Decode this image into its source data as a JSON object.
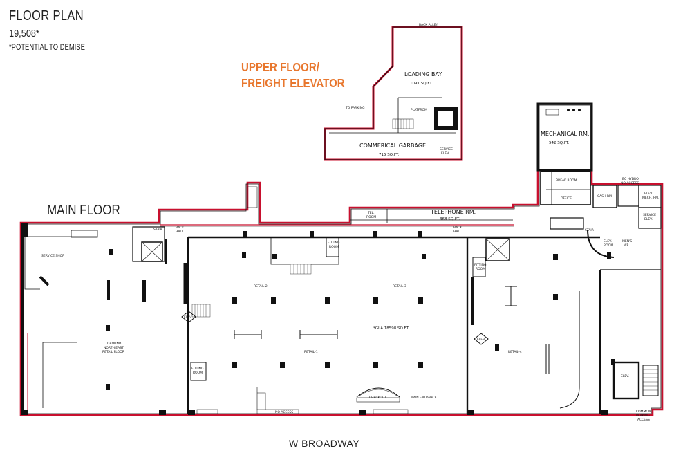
{
  "header": {
    "title": "FLOOR PLAN",
    "area": "19,508*",
    "note": "*POTENTIAL TO DEMISE"
  },
  "upper_floor": {
    "label_line1": "UPPER FLOOR/",
    "label_line2": "FREIGHT ELEVATOR",
    "rooms": {
      "back_alley": "BACK ALLEY",
      "loading_bay": "LOADING BAY",
      "loading_bay_area": "1091 SQ.FT.",
      "to_parking": "TO PARKING",
      "platform": "PLATFROM",
      "commercial_garbage": "COMMERICAL GARBAGE",
      "commercial_garbage_area": "715 SQ.FT.",
      "service_elev_1": "SERVICE",
      "service_elev_2": "ELEV."
    }
  },
  "main_floor": {
    "label": "MAIN FLOOR",
    "rooms": {
      "mechanical": "MECHANICAL RM.",
      "mechanical_area": "542 SQ.FT.",
      "break_room": "BREAK ROOM",
      "office": "OFFICE",
      "cash_rm": "CASH RM.",
      "bc_hydro_1": "BC HYDRO",
      "bc_hydro_2": "NO ACCESS",
      "elev_mech_1": "ELEV.",
      "elev_mech_2": "MECH. RM.",
      "service_elev_1": "SERVICE",
      "service_elev_2": "ELEV.",
      "telephone": "TELEPHONE RM.",
      "telephone_area": "368 SQ.FT.",
      "tel_room_1": "TEL.",
      "tel_room_2": "ROOM",
      "stair_1": "STAIR",
      "stair_2": "STAIR",
      "back_hall_1_a": "BACK",
      "back_hall_1_b": "HALL",
      "back_hall_2_a": "BACK",
      "back_hall_2_b": "HALL",
      "service_shop": "SERVICE SHOP",
      "fitting_room_1_a": "FITTING",
      "fitting_room_1_b": "ROOM",
      "fitting_room_2_a": "FITTING",
      "fitting_room_2_b": "ROOM",
      "fitting_room_3_a": "FITTING",
      "fitting_room_3_b": "ROOM",
      "elev_room_1": "ELEV.",
      "elev_room_2": "ROOM",
      "mens_1": "MEN'S",
      "mens_2": "WR.",
      "retail_2": "RETAIL-2",
      "retail_3": "RETAIL-3",
      "retail_1": "RETAIL-1",
      "retail_4": "RETAIL-4",
      "gla": "*GLA 18598 SQ.FT.",
      "elev_1": "ELEV.",
      "elev_2": "ELEV.",
      "elev_3": "ELEV.",
      "ground_1": "GROUND",
      "ground_2": "NORTH EAST",
      "ground_3": "RETAIL FLOOR",
      "checkout": "CHECKOUT",
      "main_entrance": "MAIN ENTRANCE",
      "no_access": "NO ACCESS",
      "common_parking_1": "COMMON",
      "common_parking_2": "PARKING",
      "common_parking_3": "ACCESS"
    }
  },
  "street": "W BROADWAY",
  "colors": {
    "accent_orange": "#e8772e",
    "wall_red": "#c8102e",
    "wall_black": "#111111"
  }
}
